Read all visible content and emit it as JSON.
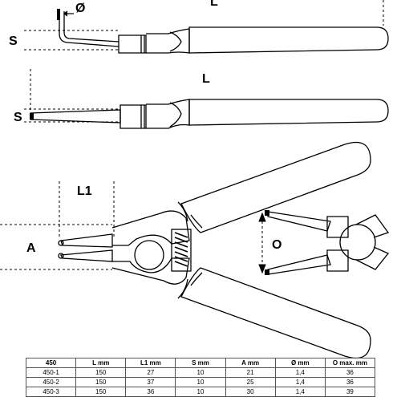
{
  "diagram": {
    "labels": {
      "diameter": "Ø",
      "length_top": "L",
      "s_top": "S",
      "length_mid": "L",
      "s_mid": "S",
      "l1": "L1",
      "a": "A",
      "o": "O"
    }
  },
  "table": {
    "headers": [
      "450",
      "L  mm",
      "L1  mm",
      "S  mm",
      "A  mm",
      "Ø  mm",
      "O  max.  mm"
    ],
    "rows": [
      [
        "450-1",
        "150",
        "27",
        "10",
        "21",
        "1,4",
        "36"
      ],
      [
        "450-2",
        "150",
        "37",
        "10",
        "25",
        "1,4",
        "36"
      ],
      [
        "450-3",
        "150",
        "36",
        "10",
        "30",
        "1,4",
        "39"
      ]
    ]
  }
}
